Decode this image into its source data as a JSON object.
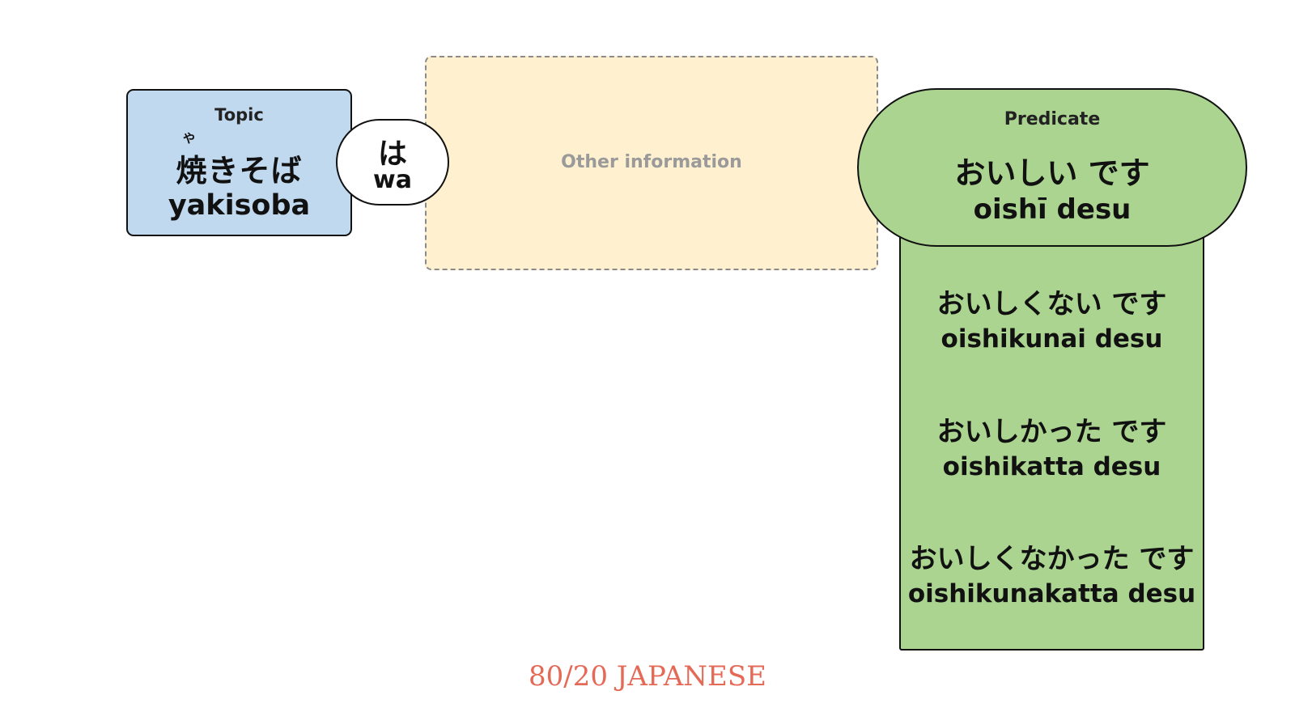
{
  "topic": {
    "label": "Topic",
    "furigana": "や",
    "japanese": "焼きそば",
    "romaji": "yakisoba"
  },
  "particle": {
    "japanese": "は",
    "romaji": "wa"
  },
  "other": {
    "label": "Other information"
  },
  "predicate": {
    "label": "Predicate",
    "japanese": "おいしい です",
    "romaji": "oishī desu",
    "forms": [
      {
        "japanese": "おいしくない です",
        "romaji": "oishikunai desu"
      },
      {
        "japanese": "おいしかった です",
        "romaji": "oishikatta desu"
      },
      {
        "japanese": "おいしくなかった です",
        "romaji": "oishikunakatta desu"
      }
    ]
  },
  "logo": {
    "text": "80/20 JAPANESE"
  },
  "colors": {
    "topic_fill": "#c0d9ef",
    "other_fill": "#fff1cf",
    "predicate_fill": "#abd490",
    "logo": "#e46a57"
  }
}
